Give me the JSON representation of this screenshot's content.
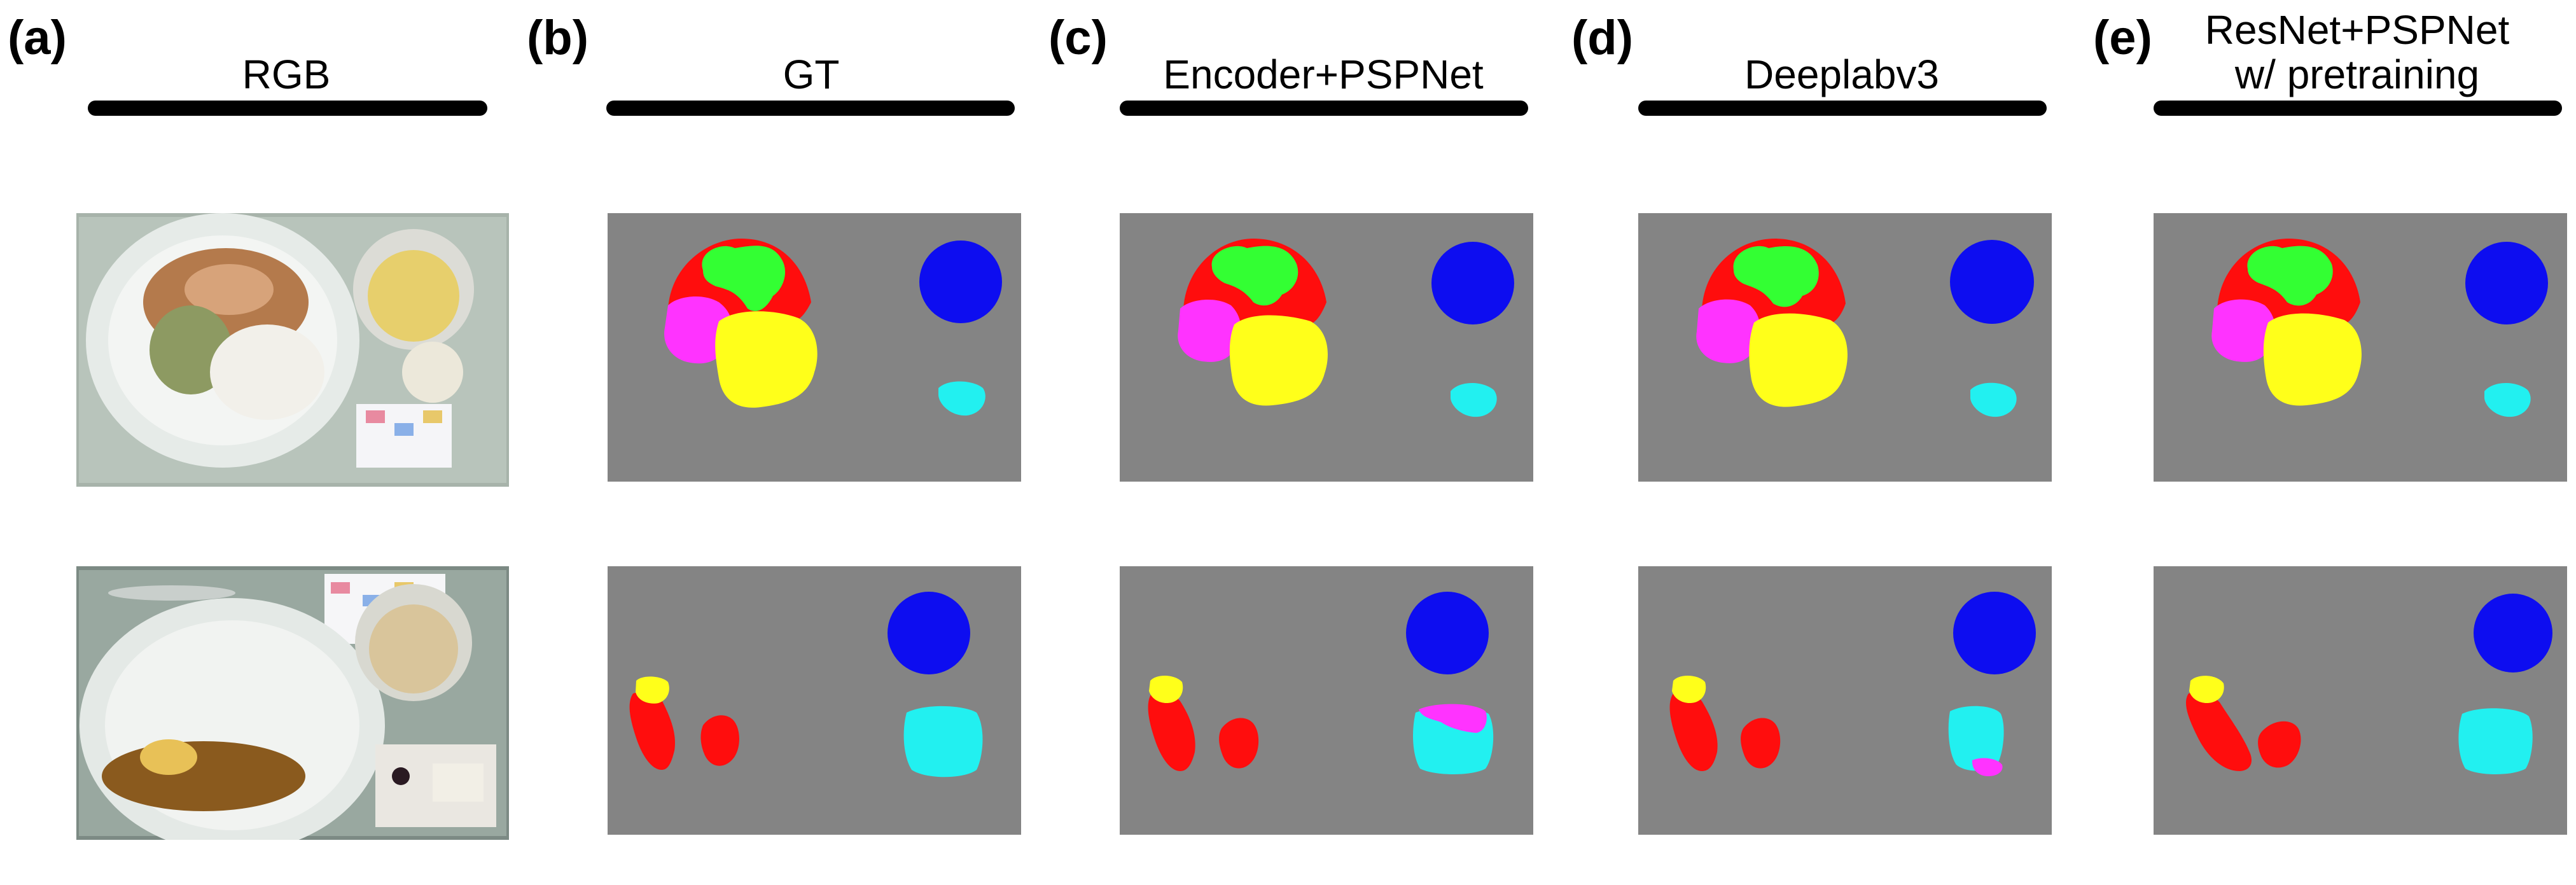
{
  "columns": [
    {
      "letter": "(a)",
      "title_line1": "RGB",
      "title_line2": ""
    },
    {
      "letter": "(b)",
      "title_line1": "GT",
      "title_line2": ""
    },
    {
      "letter": "(c)",
      "title_line1": "Encoder+PSPNet",
      "title_line2": ""
    },
    {
      "letter": "(d)",
      "title_line1": "Deeplabv3",
      "title_line2": ""
    },
    {
      "letter": "(e)",
      "title_line1": "ResNet+PSPNet",
      "title_line2": "w/ pretraining"
    }
  ],
  "colors": {
    "background": "#848484",
    "red": "#ff0d0d",
    "green": "#33ff33",
    "magenta": "#ff33ff",
    "yellow": "#ffff1a",
    "blue": "#0d0df0",
    "cyan": "#22f0f0"
  }
}
